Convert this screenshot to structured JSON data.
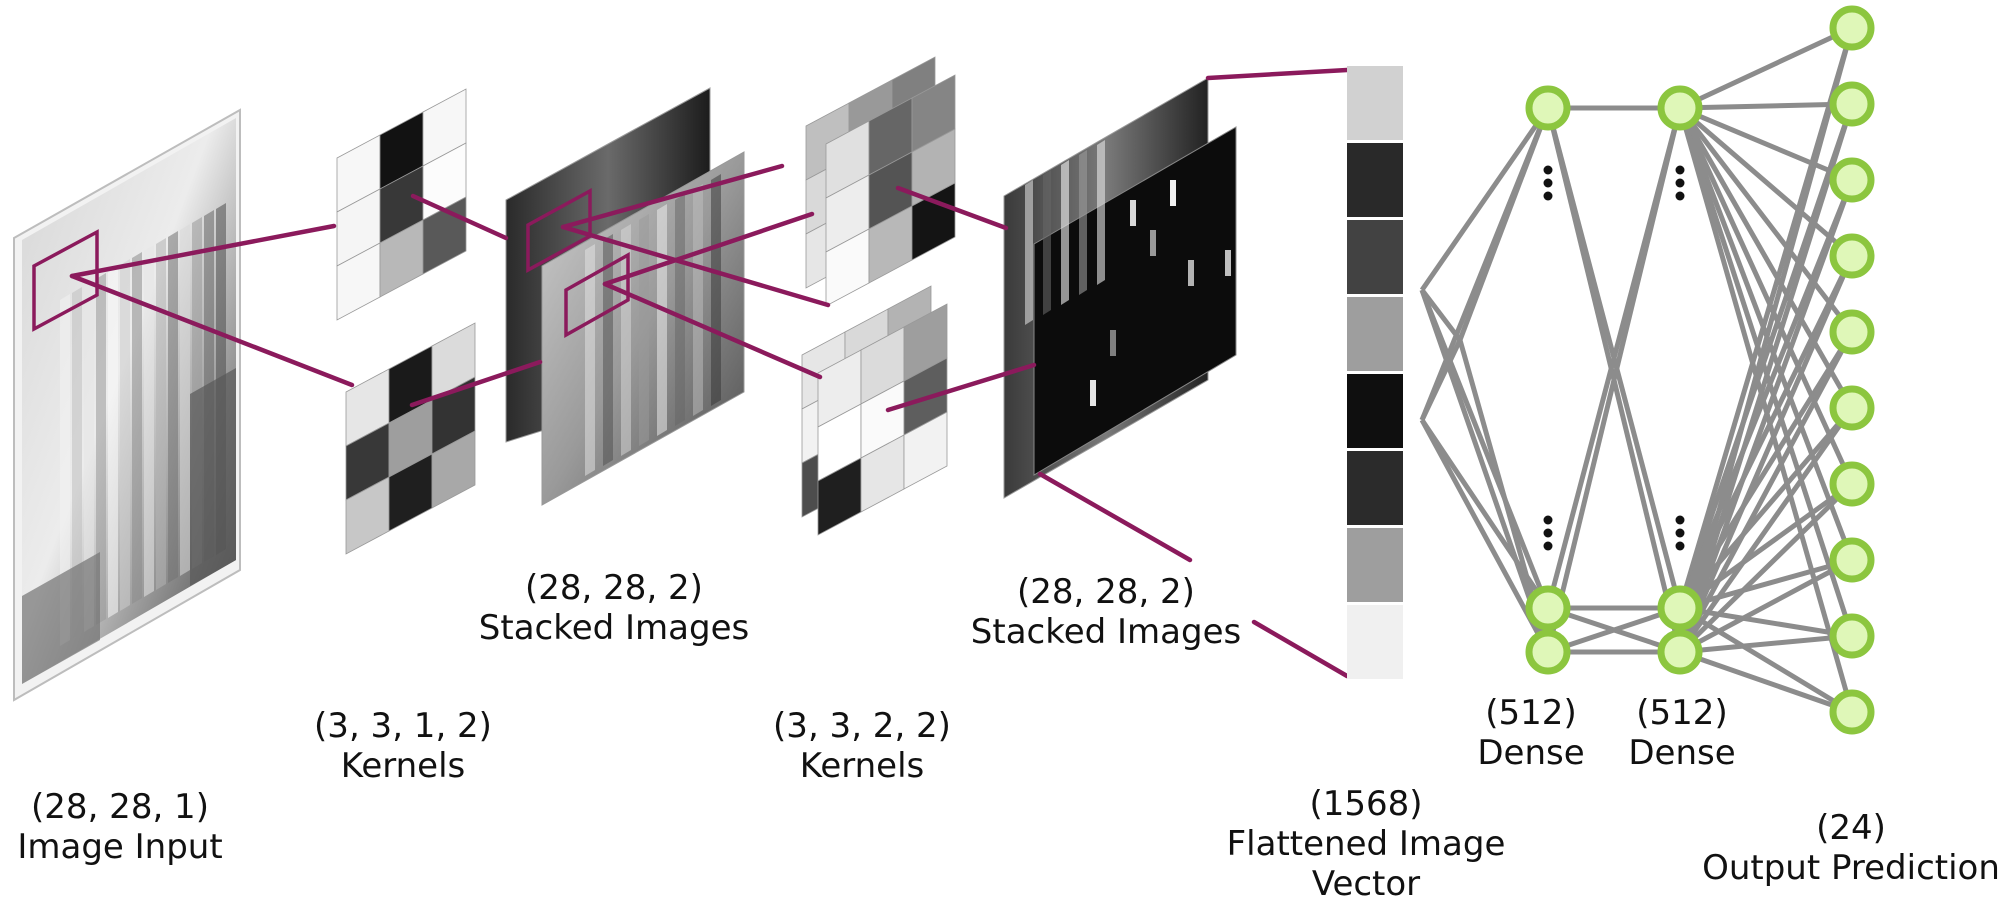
{
  "labels": {
    "image_input": {
      "shape": "(28, 28, 1)",
      "name": "Image Input"
    },
    "kernels_1": {
      "shape": "(3, 3, 1, 2)",
      "name": "Kernels"
    },
    "stacked_1": {
      "shape": "(28, 28, 2)",
      "name": "Stacked Images"
    },
    "kernels_2": {
      "shape": "(3, 3, 2, 2)",
      "name": "Kernels"
    },
    "stacked_2": {
      "shape": "(28, 28, 2)",
      "name": "Stacked Images"
    },
    "flattened": {
      "shape": "(1568)",
      "name": "Flattened Image",
      "name2": "Vector"
    },
    "dense_1": {
      "shape": "(512)",
      "name": "Dense"
    },
    "dense_2": {
      "shape": "(512)",
      "name": "Dense"
    },
    "output": {
      "shape": "(24)",
      "name": "Output Prediction"
    }
  },
  "colors": {
    "connector": "#8b1a5c",
    "network_edge": "#8c8c8c",
    "node_fill": "#dff7b8",
    "node_stroke": "#8cc63f"
  },
  "flattened_vector_gray_levels": [
    0.82,
    0.16,
    0.26,
    0.62,
    0.06,
    0.17,
    0.62,
    0.94
  ],
  "kernel_1a_gray_levels": [
    0.97,
    0.07,
    0.97,
    0.96,
    0.22,
    0.99,
    0.97,
    0.72,
    0.35
  ],
  "kernel_1b_gray_levels": [
    0.9,
    0.1,
    0.86,
    0.22,
    0.62,
    0.2,
    0.78,
    0.12,
    0.66
  ],
  "kernel_2a_gray_levels": [
    0.88,
    0.4,
    0.52,
    0.93,
    0.33,
    0.7,
    0.98,
    0.72,
    0.08
  ],
  "kernel_2b_gray_levels": [
    0.93,
    0.86,
    0.62,
    1.0,
    0.98,
    0.37,
    0.12,
    0.9,
    0.95
  ]
}
